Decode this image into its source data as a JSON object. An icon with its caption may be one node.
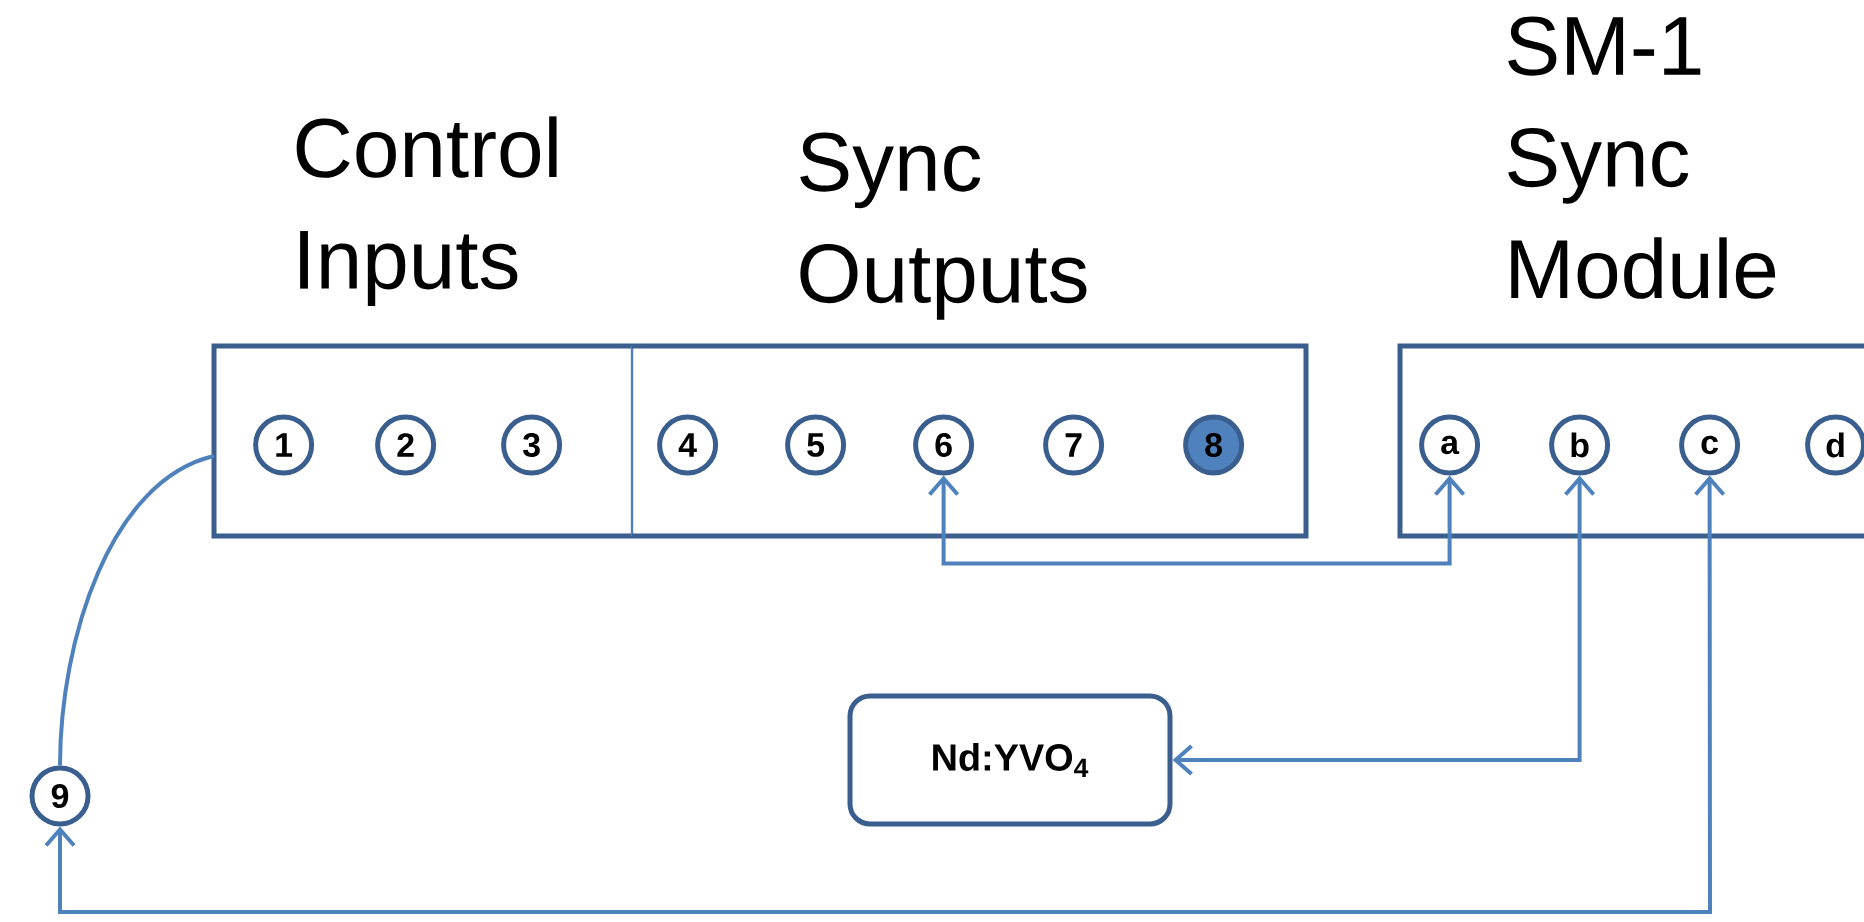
{
  "diagram": {
    "nodes": [
      {
        "text": [
          "Control Inputs"
        ]
      },
      {
        "text": [
          "1"
        ],
        "in": 0
      },
      {
        "text": [
          "2"
        ],
        "in": 0
      },
      {
        "text": [
          "3"
        ],
        "in": 0
      },
      {
        "text": [
          "Sync Outputs"
        ]
      },
      {
        "text": [
          "4"
        ],
        "in": 4
      },
      {
        "text": [
          "5"
        ],
        "in": 4
      },
      {
        "text": [
          "6"
        ],
        "in": 4
      },
      {
        "text": [
          "7"
        ],
        "in": 4
      },
      {
        "text": [
          "8"
        ],
        "in": 4
      },
      {
        "text": [
          "SM-1 Sync Module"
        ]
      },
      {
        "text": [
          "a"
        ],
        "in": 10
      },
      {
        "text": [
          "b"
        ],
        "in": 10
      },
      {
        "text": [
          "c"
        ],
        "in": 10
      },
      {
        "text": [
          "d"
        ],
        "in": 10
      },
      {
        "text": [
          "9"
        ]
      },
      {
        "text": [
          "Nd:YVO$_{4}$"
        ]
      }
    ],
    "edges": [
      {
        "from": 7,
        "to": 11,
        "arrow": "both"
      },
      {
        "from": 12,
        "to": 16,
        "arrow": "both"
      },
      {
        "from": 13,
        "to": 15,
        "arrow": "both"
      },
      {
        "from": 0,
        "to": 15,
        "arrow": "none"
      }
    ]
  }
}
